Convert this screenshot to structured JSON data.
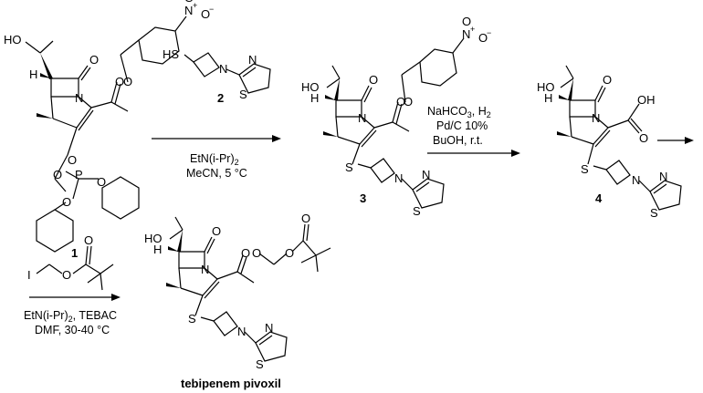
{
  "compounds": {
    "c1": {
      "number": "1",
      "atoms": {
        "ho": "HO",
        "h": "H",
        "n": "N",
        "o_ketone": "O",
        "o_ester1": "O",
        "o_ester2": "O",
        "o_phos": "O",
        "p": "P",
        "o_p": "O",
        "o_ph1": "O",
        "o_ph2": "O",
        "nitro_n": "N",
        "nitro_plus": "+",
        "nitro_o1": "O",
        "nitro_o2": "O",
        "nitro_minus": "−"
      }
    },
    "c2": {
      "number": "2",
      "atoms": {
        "hs": "HS",
        "n_azet": "N",
        "n_thz": "N",
        "s_thz": "S"
      }
    },
    "c3": {
      "number": "3",
      "atoms": {
        "ho": "HO",
        "h": "H",
        "n": "N",
        "o_ketone": "O",
        "o_ester1": "O",
        "o_ester2": "O",
        "s": "S",
        "n_azet": "N",
        "n_thz": "N",
        "s_thz": "S",
        "nitro_n": "N",
        "nitro_plus": "+",
        "nitro_o1": "O",
        "nitro_o2": "O",
        "nitro_minus": "−"
      }
    },
    "c4": {
      "number": "4",
      "atoms": {
        "ho": "HO",
        "h": "H",
        "n": "N",
        "o_ketone": "O",
        "oh": "OH",
        "o_acid": "O",
        "s": "S",
        "n_azet": "N",
        "n_thz": "N",
        "s_thz": "S"
      }
    },
    "reagent_iodide": {
      "atoms": {
        "i": "I",
        "o1": "O",
        "o2": "O"
      }
    },
    "product": {
      "name": "tebipenem pivoxil",
      "atoms": {
        "ho": "HO",
        "h": "H",
        "n": "N",
        "o_ketone": "O",
        "o1": "O",
        "o2": "O",
        "o3": "O",
        "o4": "O",
        "s": "S",
        "n_azet": "N",
        "n_thz": "N",
        "s_thz": "S"
      }
    }
  },
  "steps": [
    {
      "conditions_below": [
        "EtN(i-Pr)",
        "2",
        "MeCN, 5 °C"
      ]
    },
    {
      "conditions_above": [
        "NaHCO",
        "3",
        ", H",
        "2",
        "Pd/C 10%",
        "BuOH, r.t."
      ]
    },
    {
      "conditions_below": [
        "EtN(i-Pr)",
        "2",
        ", TEBAC",
        "DMF, 30-40 °C"
      ]
    }
  ]
}
